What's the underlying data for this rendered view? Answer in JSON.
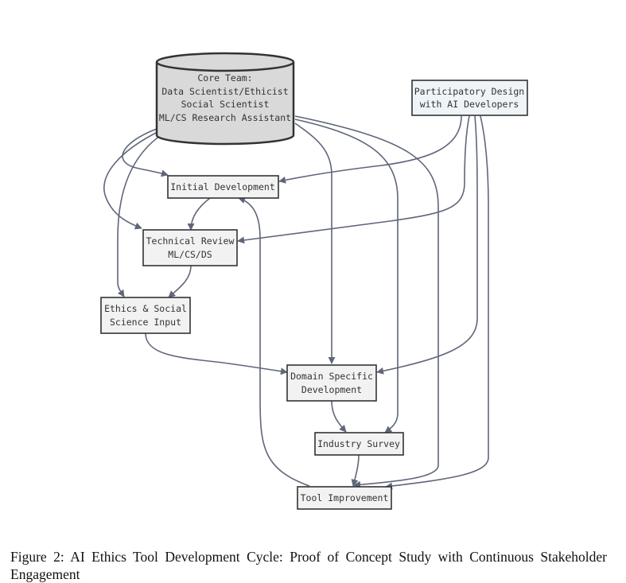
{
  "diagram": {
    "core_team": {
      "lines": [
        "Core Team:",
        "Data Scientist/Ethicist",
        "Social Scientist",
        "ML/CS Research Assistant"
      ]
    },
    "participatory_design": {
      "lines": [
        "Participatory Design",
        "with AI Developers"
      ]
    },
    "initial_development": {
      "lines": [
        "Initial Development"
      ]
    },
    "technical_review": {
      "lines": [
        "Technical Review",
        "ML/CS/DS"
      ]
    },
    "ethics_input": {
      "lines": [
        "Ethics & Social",
        "Science Input"
      ]
    },
    "domain_specific": {
      "lines": [
        "Domain Specific",
        "Development"
      ]
    },
    "industry_survey": {
      "lines": [
        "Industry Survey"
      ]
    },
    "tool_improvement": {
      "lines": [
        "Tool Improvement"
      ]
    },
    "colors": {
      "edge": "#5f6679",
      "box_fill": "#f2f2f2",
      "box_stroke": "#333333",
      "cylinder_fill": "#d9d9d9",
      "participatory_fill": "#eef4f8"
    }
  },
  "caption": {
    "text": "Figure 2:  AI Ethics Tool Development Cycle:  Proof of Concept Study with Continuous Stakeholder Engagement"
  }
}
